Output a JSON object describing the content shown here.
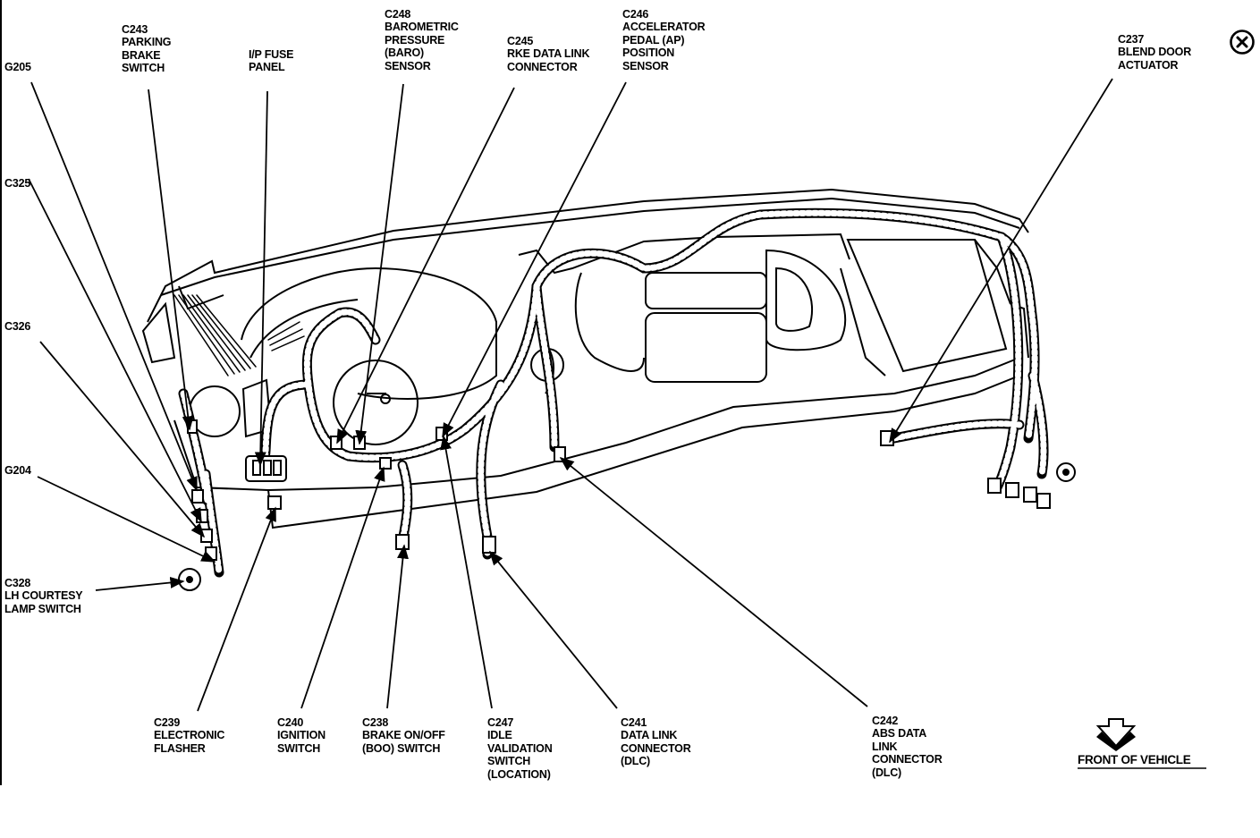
{
  "close_icon": "close-icon",
  "front": {
    "text": "FRONT OF VEHICLE",
    "icon": "front-arrow-icon"
  },
  "labels": {
    "g205": "G205",
    "c325": "C325",
    "c326": "C326",
    "g204": "G204",
    "c328": "C328\nLH COURTESY\nLAMP SWITCH",
    "c243": "C243\nPARKING\nBRAKE\nSWITCH",
    "ip_fuse": "I/P FUSE\nPANEL",
    "c248": "C248\nBAROMETRIC\nPRESSURE\n(BARO)\nSENSOR",
    "c245": "C245\nRKE DATA LINK\nCONNECTOR",
    "c246": "C246\nACCELERATOR\nPEDAL (AP)\nPOSITION\nSENSOR",
    "c237": "C237\nBLEND DOOR\nACTUATOR",
    "c239": "C239\nELECTRONIC\nFLASHER",
    "c240": "C240\nIGNITION\nSWITCH",
    "c238": "C238\nBRAKE ON/OFF\n(BOO) SWITCH",
    "c247": "C247\nIDLE\nVALIDATION\nSWITCH\n(LOCATION)",
    "c241": "C241\nDATA LINK\nCONNECTOR\n(DLC)",
    "c242": "C242\nABS DATA\nLINK\nCONNECTOR\n(DLC)"
  }
}
